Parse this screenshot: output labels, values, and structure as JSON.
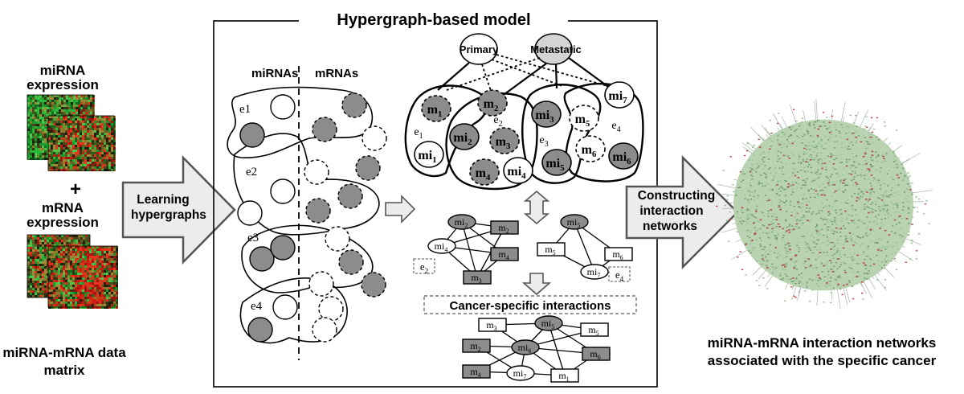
{
  "colors": {
    "line": "#000000",
    "node_gray": "#8c8c8c",
    "node_light": "#d4d4d4",
    "arrow_fill": "#ececec",
    "arrow_stroke": "#555555",
    "box_dash": "#777777",
    "heat_green": "#1d9a2e",
    "heat_red": "#d01a12",
    "net_green": "#93c08f",
    "net_red": "#b94a4a"
  },
  "left": {
    "mirna_expr_line1": "miRNA",
    "mirna_expr_line2": "expression",
    "plus": "+",
    "mrna_expr_line1": "mRNA",
    "mrna_expr_line2": "expression",
    "caption_line1": "miRNA-mRNA  data",
    "caption_line2": "matrix"
  },
  "arrows": {
    "learning_line1": "Learning",
    "learning_line2": "hypergraphs",
    "constructing_line1": "Constructing",
    "constructing_line2": "interaction",
    "constructing_line3": "networks"
  },
  "model": {
    "title": "Hypergraph-based model",
    "col_mirna": "miRNAs",
    "col_mrna": "mRNAs",
    "edge_labels": [
      "e1",
      "e2",
      "e3",
      "e4"
    ],
    "class_primary": "Primary",
    "class_metastatic": "Metastatic",
    "hyper_nodes": [
      "m1",
      "m2",
      "e1",
      "mi2",
      "m3",
      "e2",
      "mi1",
      "m4",
      "mi4",
      "mi3",
      "m5",
      "mi7",
      "e3",
      "m6",
      "e4",
      "mi5",
      "mi6"
    ],
    "left_net_nodes": [
      "mi2",
      "m2",
      "mi4",
      "m4",
      "m3"
    ],
    "left_net_tag": "e2",
    "right_net_nodes": [
      "mi5",
      "m5",
      "m6",
      "mi7"
    ],
    "right_net_tag": "e4",
    "cancer_specific": "Cancer-specific interactions",
    "final_net_nodes": [
      "m3",
      "mi5",
      "m5",
      "m2",
      "mi6",
      "m6",
      "m4",
      "mi7",
      "m1"
    ]
  },
  "right": {
    "caption_line1": "miRNA-mRNA  interaction networks",
    "caption_line2": "associated with the specific cancer"
  }
}
